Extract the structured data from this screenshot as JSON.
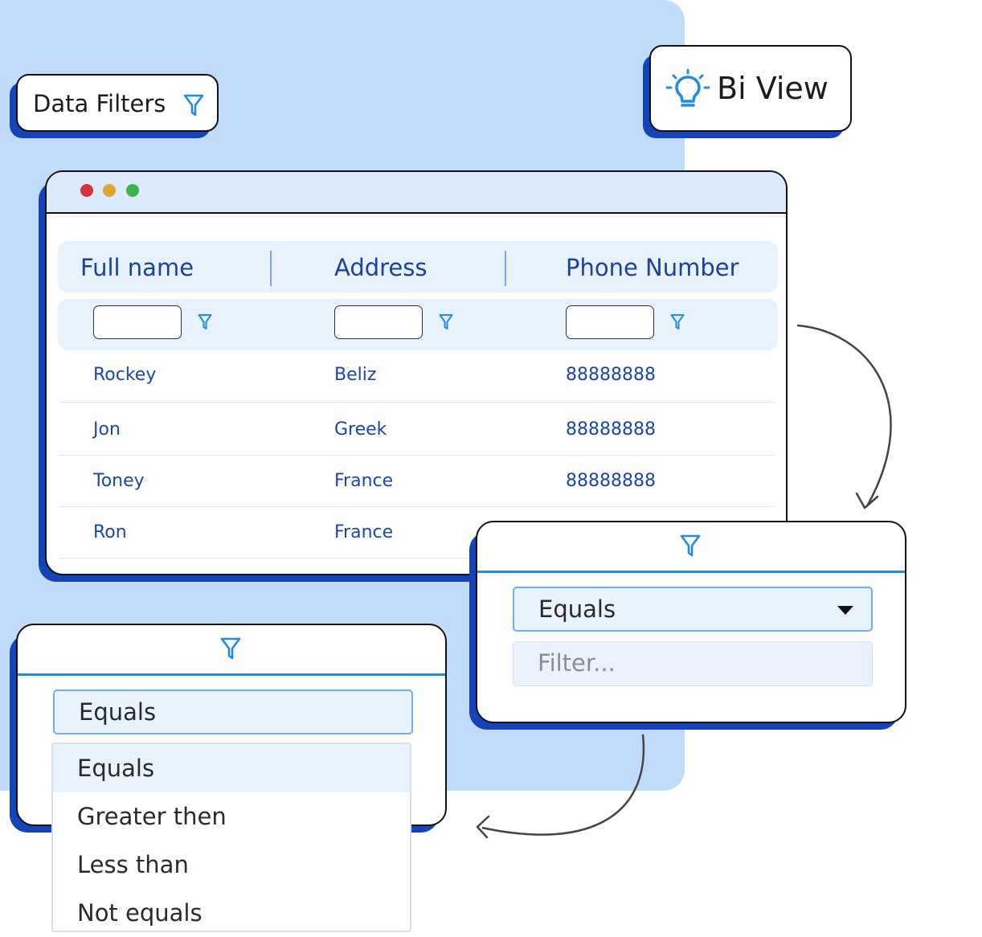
{
  "badges": {
    "data_filters": {
      "label": "Data Filters",
      "icon": "funnel-icon"
    },
    "bi_view": {
      "label": "Bi View",
      "icon": "lightbulb-icon"
    }
  },
  "window": {
    "traffic_lights": [
      "#d3333d",
      "#e0a72f",
      "#3bb54a"
    ]
  },
  "table": {
    "headers": [
      "Full name",
      "Address",
      "Phone Number"
    ],
    "rows": [
      {
        "name": "Rockey",
        "address": "Beliz",
        "phone": "88888888"
      },
      {
        "name": "Jon",
        "address": "Greek",
        "phone": "88888888"
      },
      {
        "name": "Toney",
        "address": "France",
        "phone": "88888888"
      },
      {
        "name": "Ron",
        "address": "France",
        "phone": ""
      }
    ]
  },
  "filter_popup_right": {
    "selected": "Equals",
    "placeholder": "Filter..."
  },
  "filter_popup_left": {
    "selected": "Equals",
    "options": [
      "Equals",
      "Greater then",
      "Less than",
      "Not equals"
    ]
  },
  "colors": {
    "accent_blue": "#1e8be4",
    "shadow_blue": "#1543b8",
    "text_blue": "#1d45b0",
    "panel_blue": "#c1dcfa"
  }
}
